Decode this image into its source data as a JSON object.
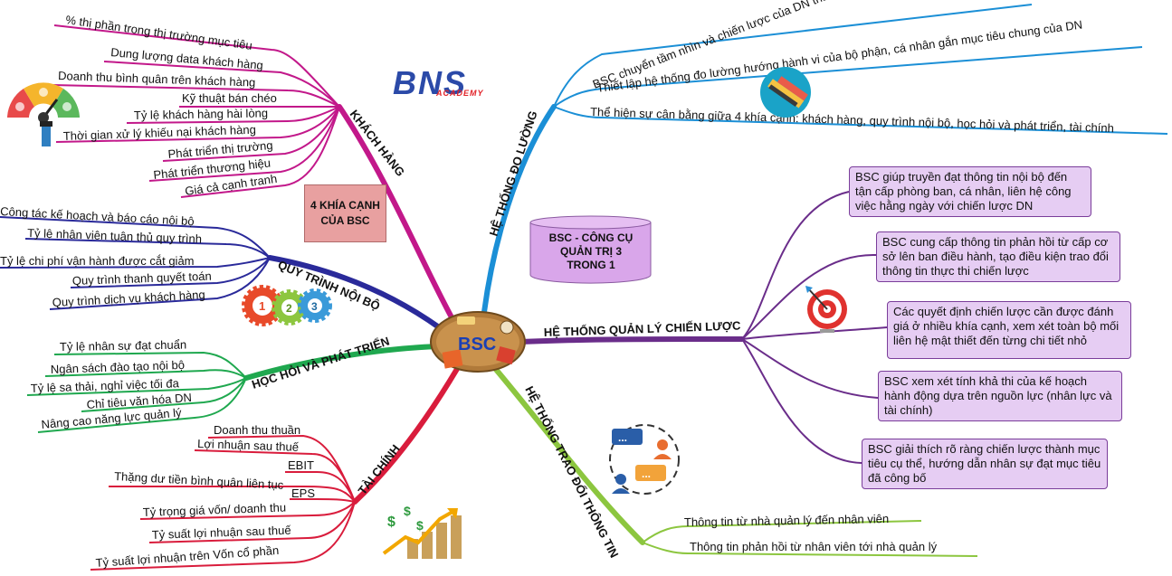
{
  "center": "BSC",
  "logo": {
    "main": "BNS",
    "sub": "ACADEMY",
    "color": "#2b4aa8",
    "sub_color": "#e2242a"
  },
  "note_box": {
    "text": "4 KHÍA CẠNH CỦA BSC",
    "color": "#e8a0a0"
  },
  "cylinder": {
    "text": "BSC - CÔNG CỤ QUẢN TRỊ 3 TRONG 1",
    "color": "#d9a6ea"
  },
  "branches": {
    "khach_hang": {
      "label": "KHÁCH HÀNG",
      "color": "#c2188a",
      "items": [
        "% thị phần trong thị trường mục tiêu",
        "Dung lượng data khách hàng",
        "Doanh thu bình quân trên khách hàng",
        "Kỹ thuật bán chéo",
        "Tỷ lệ khách hàng hài lòng",
        "Thời gian xử lý khiếu nại khách hàng",
        "Phát triển thị trường",
        "Phát triển thương hiệu",
        "Giá cả cạnh tranh"
      ]
    },
    "quy_trinh": {
      "label": "QUY TRÌNH NỘI BỘ",
      "color": "#2a2a9a",
      "items": [
        "Công tác kế hoạch và báo cáo nội bộ",
        "Tỷ lệ nhân viên tuân thủ quy trình",
        "Tỷ lệ chi phí vận hành được cắt giảm",
        "Quy trình thanh quyết toán",
        "Quy trình dịch vụ khách hàng"
      ]
    },
    "hoc_hoi": {
      "label": "HỌC HỎI VÀ PHÁT TRIỂN",
      "color": "#1fa84f",
      "items": [
        "Tỷ lệ nhân sự đạt chuẩn",
        "Ngân sách đào tạo nội bộ",
        "Tỷ lệ sa thải, nghỉ việc tối đa",
        "Chỉ tiêu văn hóa DN",
        "Nâng cao năng lực quản lý"
      ]
    },
    "tai_chinh": {
      "label": "TÀI CHÍNH",
      "color": "#d91c3c",
      "items": [
        "Doanh thu thuần",
        "Lợi nhuận sau thuế",
        "EBIT",
        "Thặng dư tiền bình quân liên tục",
        "EPS",
        "Tỷ trọng giá vốn/ doanh thu",
        "Tỷ suất lợi nhuận sau thuế",
        "Tỷ suất lợi nhuận trên Vốn cổ phần"
      ]
    },
    "do_luong": {
      "label": "HỆ THỐNG ĐO LƯỜNG",
      "color": "#1b8fd6",
      "items": [
        "BSC chuyển tầm nhìn và chiến lược của DN thành những mục tiêu cụ thể",
        "Thiết lập hệ thống đo lường hướng hành vi của bộ phận, cá nhân gắn mục tiêu chung của DN",
        "Thể hiện sự cân bằng giữa 4 khía cạnh: khách hàng, quy trình nội bộ, học hỏi và phát triển, tài chính"
      ]
    },
    "quan_ly": {
      "label": "HỆ THỐNG QUẢN LÝ CHIẾN LƯỢC",
      "color": "#6a2d8a",
      "items": [
        "BSC giúp truyền đạt thông tin nội bộ đến tận cấp phòng ban, cá nhân, liên hệ công việc hằng ngày với chiến lược DN",
        "BSC cung cấp thông tin phản hồi từ cấp cơ sở lên ban điều hành, tạo điều kiện trao đổi thông tin thực thi chiến lược",
        "Các quyết định chiến lược cần được đánh giá ở nhiều khía cạnh, xem xét toàn bộ mối liên hệ mật thiết đến từng chi tiết nhỏ",
        "BSC xem xét tính khả thi của kế hoạch hành động dựa trên nguồn lực (nhân lực và tài chính)",
        "BSC giải thích rõ ràng chiến lược thành mục tiêu cụ thể, hướng dẫn nhân sự đạt mục tiêu đã công bố"
      ]
    },
    "trao_doi": {
      "label": "HỆ THỐNG TRAO ĐỔI THÔNG TIN",
      "color": "#8cc63f",
      "items": [
        "Thông tin từ nhà quản lý đến nhân viên",
        "Thông tin phản hồi từ nhân viên tới nhà quản lý"
      ]
    }
  },
  "icons": {
    "gauge": "satisfaction-gauge-icon",
    "gears": "numbered-gears-icon",
    "money": "money-growth-icon",
    "pencil": "pencil-ruler-icon",
    "target": "target-arrow-icon",
    "chat": "chat-people-icon"
  }
}
